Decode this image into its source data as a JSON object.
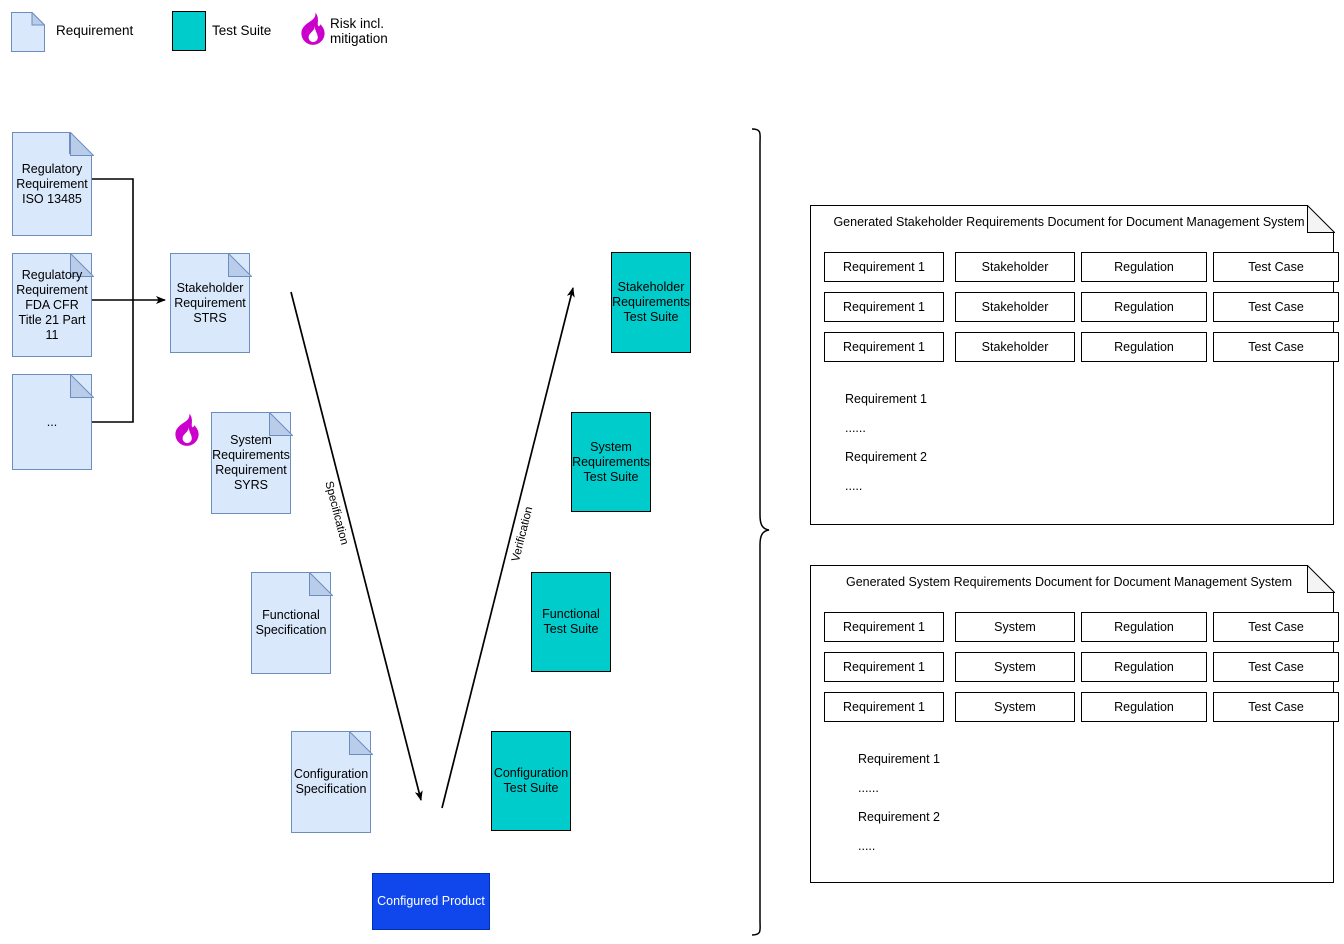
{
  "legend": {
    "items": [
      {
        "icon": "document-icon",
        "label": "Requirement"
      },
      {
        "icon": "square-icon",
        "label": "Test Suite"
      },
      {
        "icon": "flame-icon",
        "label": "Risk incl.\nmitigation"
      }
    ]
  },
  "colors": {
    "requirement_fill": "#dae8fc",
    "requirement_stroke": "#6c8ebf",
    "requirement_fold": "#b9cdea",
    "test_suite_fill": "#00cccc",
    "test_suite_stroke": "#000000",
    "product_fill": "#0f47ec",
    "product_text": "#ffffff",
    "risk_flame": "#cc00cc",
    "panel_fold": "#f4f4f4",
    "line": "#000000"
  },
  "requirements": [
    {
      "id": "reg-iso",
      "label": "Regulatory\nRequirement\nISO 13485"
    },
    {
      "id": "reg-fda",
      "label": "Regulatory\nRequirement\nFDA CFR Title\n21 Part 11"
    },
    {
      "id": "reg-more",
      "label": "..."
    },
    {
      "id": "strs",
      "label": "Stakeholder\nRequirement\nSTRS"
    },
    {
      "id": "syrs",
      "label": "System\nRequirements\nRequirement\nSYRS"
    },
    {
      "id": "func-spec",
      "label": "Functional\nSpecification"
    },
    {
      "id": "conf-spec",
      "label": "Configuration\nSpecification"
    }
  ],
  "test_suites": [
    {
      "id": "stakeholder-ts",
      "label": "Stakeholder\nRequirements\nTest Suite"
    },
    {
      "id": "system-ts",
      "label": "System\nRequirements\nTest Suite"
    },
    {
      "id": "functional-ts",
      "label": "Functional\nTest Suite"
    },
    {
      "id": "configuration-ts",
      "label": "Configuration\nTest Suite"
    }
  ],
  "product": {
    "label": "Configured Product"
  },
  "v_labels": {
    "left": "Specification",
    "right": "Verification"
  },
  "panels": [
    {
      "id": "stakeholder-doc",
      "title": "Generated Stakeholder Requirements Document for Document Management System",
      "columns": [
        "Requirement 1",
        "Stakeholder",
        "Regulation",
        "Test Case"
      ],
      "rows": [
        [
          "Requirement 1",
          "Stakeholder",
          "Regulation",
          "Test Case"
        ],
        [
          "Requirement 1",
          "Stakeholder",
          "Regulation",
          "Test Case"
        ],
        [
          "Requirement 1",
          "Stakeholder",
          "Regulation",
          "Test Case"
        ]
      ],
      "body": [
        "Requirement 1",
        "......",
        "Requirement 2",
        "....."
      ]
    },
    {
      "id": "system-doc",
      "title": "Generated System Requirements Document for Document Management System",
      "columns": [
        "Requirement 1",
        "System",
        "Regulation",
        "Test Case"
      ],
      "rows": [
        [
          "Requirement 1",
          "System",
          "Regulation",
          "Test Case"
        ],
        [
          "Requirement 1",
          "System",
          "Regulation",
          "Test Case"
        ],
        [
          "Requirement 1",
          "System",
          "Regulation",
          "Test Case"
        ]
      ],
      "body": [
        "Requirement 1",
        "......",
        "Requirement 2",
        "....."
      ]
    }
  ]
}
